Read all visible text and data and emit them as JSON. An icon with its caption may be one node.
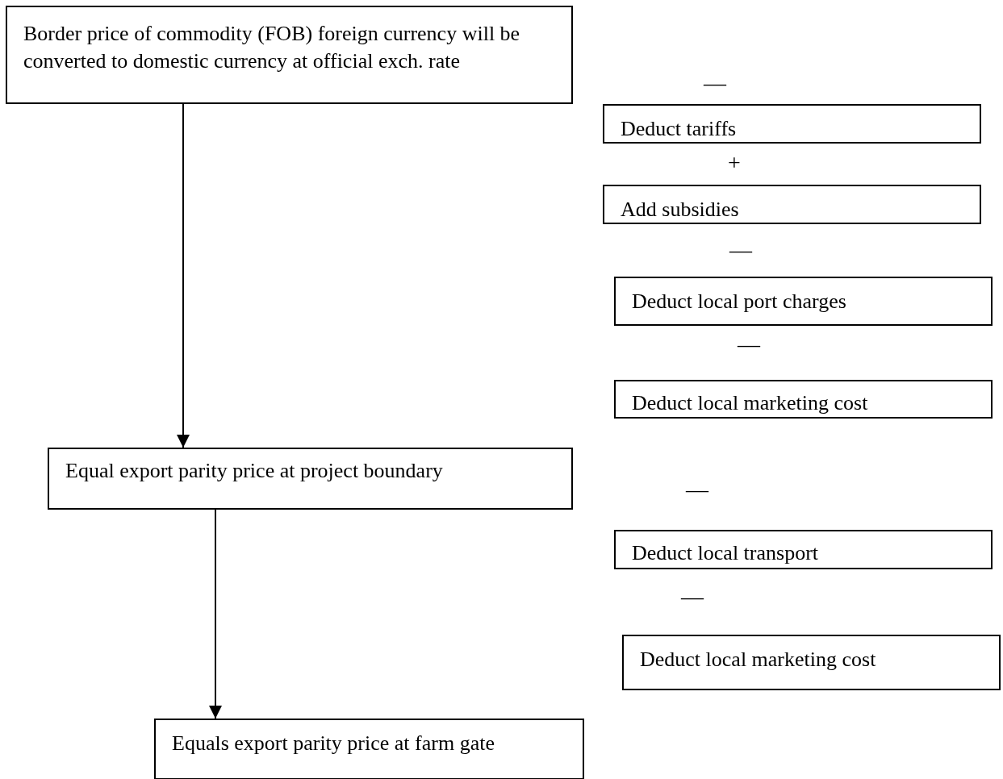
{
  "diagram": {
    "nodes": [
      {
        "text": [
          "Border price of commodity (FOB) foreign currency will be converted to domestic currency at official exch. rate"
        ]
      },
      {
        "text": [
          "Deduct tariffs"
        ]
      },
      {
        "text": [
          "Add subsidies"
        ]
      },
      {
        "text": [
          "Deduct local port charges"
        ]
      },
      {
        "text": [
          "Deduct local marketing cost"
        ]
      },
      {
        "text": [
          "Equal export parity price at project boundary"
        ]
      },
      {
        "text": [
          "Deduct local transport"
        ]
      },
      {
        "text": [
          "Deduct local marketing cost"
        ]
      },
      {
        "text": [
          "Equals export parity price at farm gate"
        ]
      }
    ],
    "edges": [
      {
        "from": 0,
        "to": 5,
        "arrow": "to"
      },
      {
        "from": 5,
        "to": 8,
        "arrow": "to"
      }
    ],
    "labels": [
      "—",
      "+",
      "—",
      "—",
      "—",
      "—"
    ]
  }
}
